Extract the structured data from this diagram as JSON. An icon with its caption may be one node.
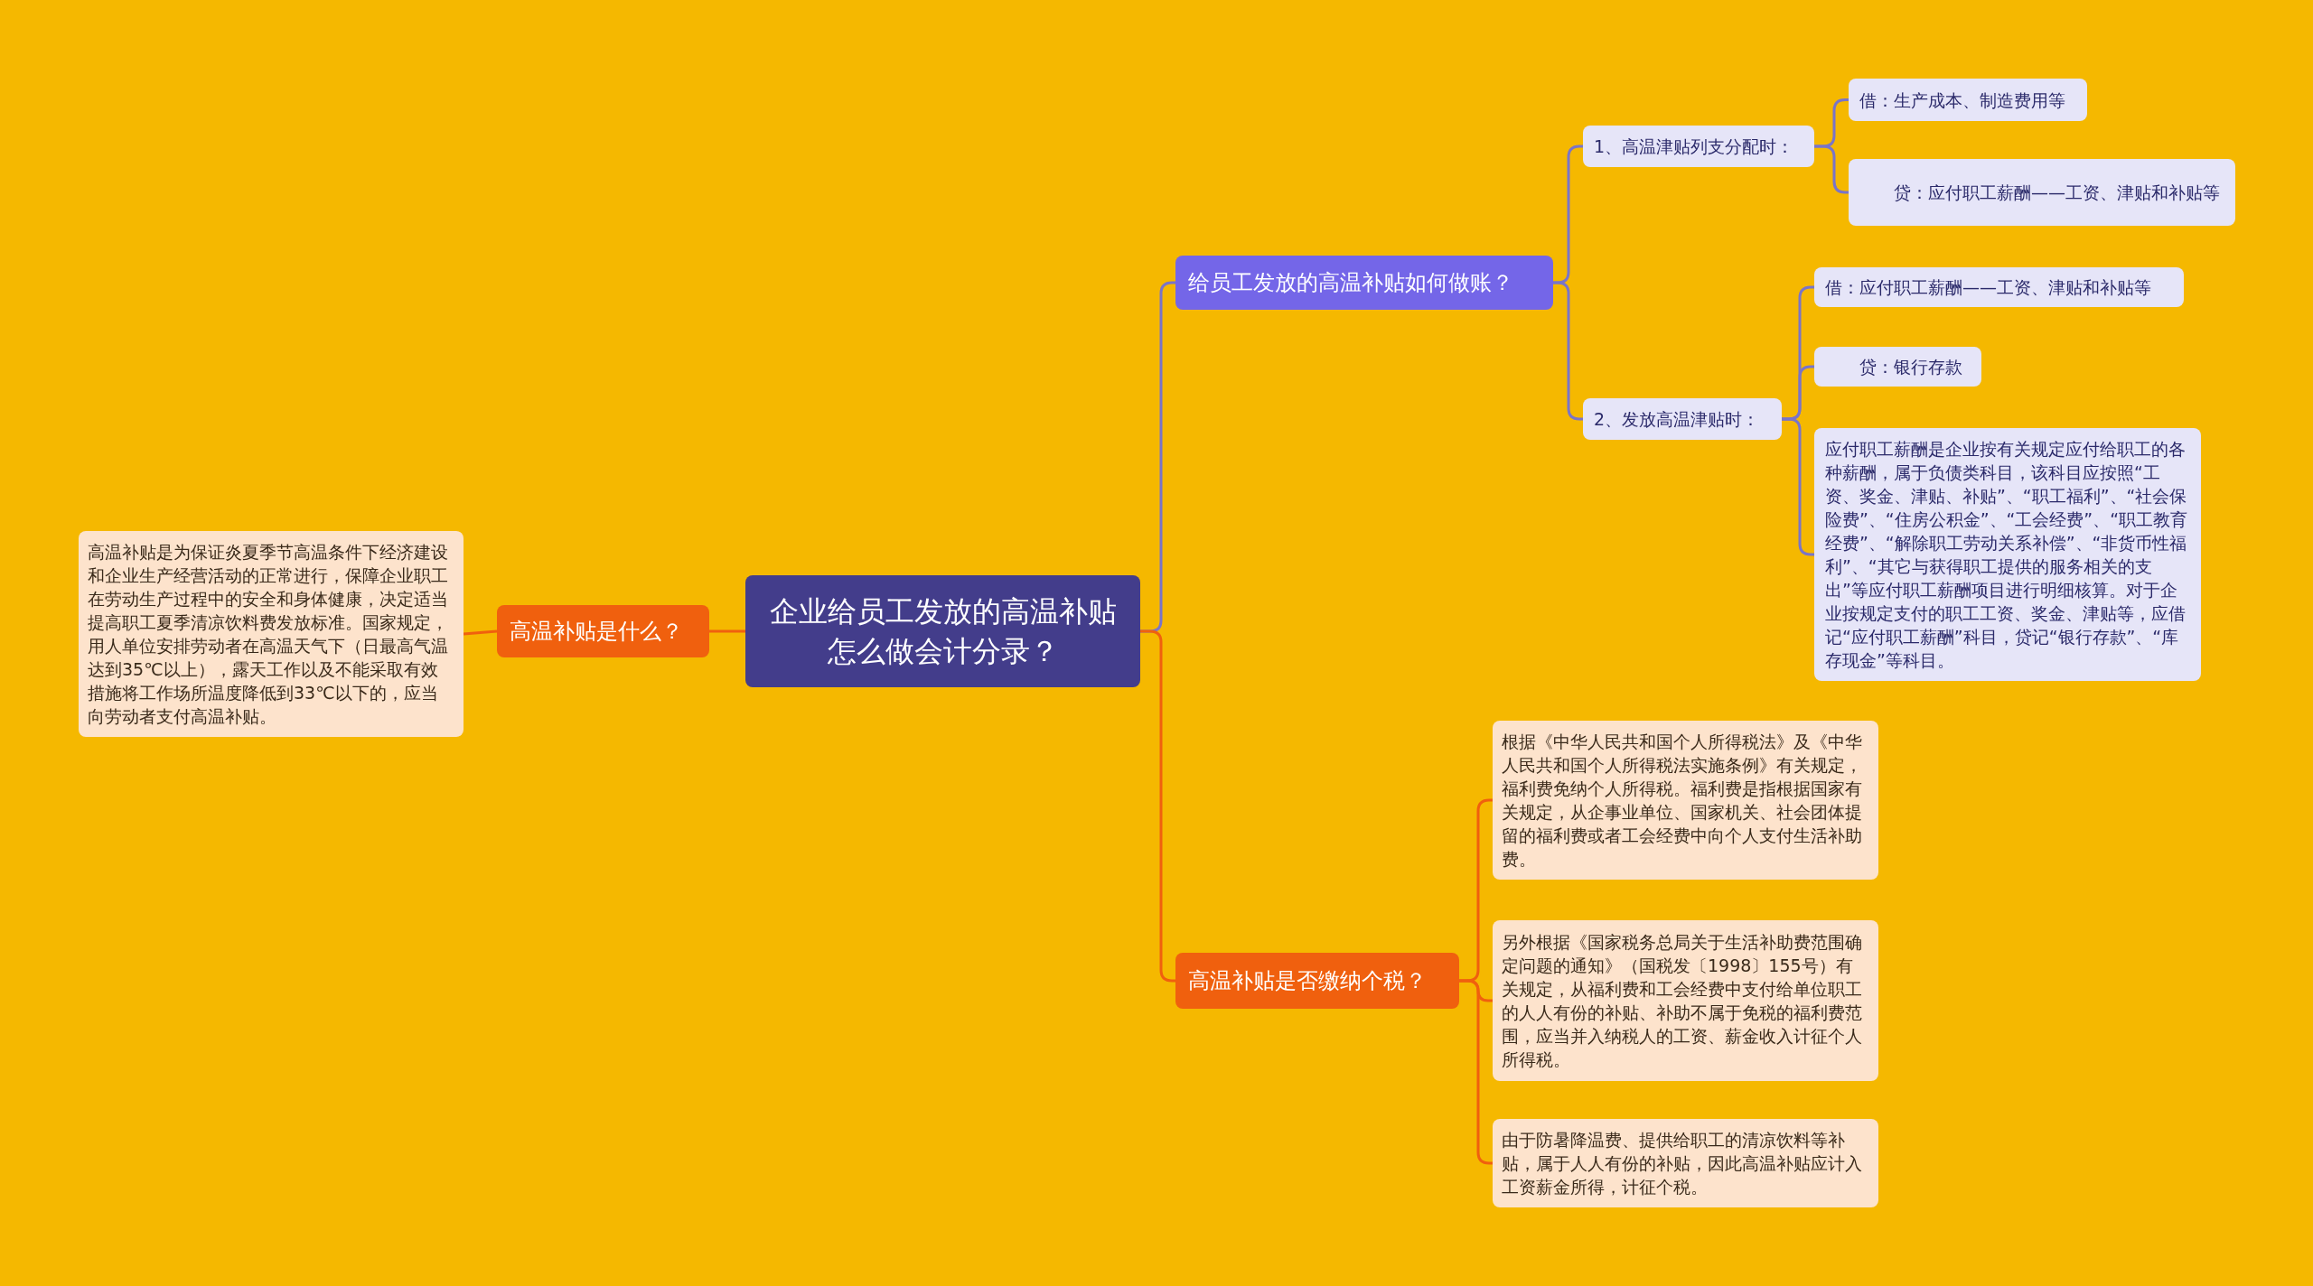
{
  "diagram": {
    "nodes": [
      {
        "text": [
          "企业给员工发放的高温补贴怎么做会计分录？"
        ]
      },
      {
        "text": [
          "高温补贴是什么？"
        ]
      },
      {
        "text": [
          "高温补贴是为保证炎夏季节高温条件下经济建设和企业生产经营活动的正常进行，保障企业职工在劳动生产过程中的安全和身体健康，决定适当提高职工夏季清凉饮料费发放标准。国家规定，用人单位安排劳动者在高温天气下（日最高气温达到35℃以上），露天工作以及不能采取有效措施将工作场所温度降低到33℃以下的，应当向劳动者支付高温补贴。"
        ]
      },
      {
        "text": [
          "给员工发放的高温补贴如何做账？"
        ]
      },
      {
        "text": [
          "1、高温津贴列支分配时："
        ]
      },
      {
        "text": [
          "借：生产成本、制造费用等"
        ]
      },
      {
        "text": [
          "贷：应付职工薪酬——工资、津贴和补贴等"
        ]
      },
      {
        "text": [
          "2、发放高温津贴时："
        ]
      },
      {
        "text": [
          "借：应付职工薪酬——工资、津贴和补贴等"
        ]
      },
      {
        "text": [
          "贷：银行存款"
        ]
      },
      {
        "text": [
          "应付职工薪酬是企业按有关规定应付给职工的各种薪酬，属于负债类科目，该科目应按照“工资、奖金、津贴、补贴”、“职工福利”、“社会保险费”、“住房公积金”、“工会经费”、“职工教育经费”、“解除职工劳动关系补偿”、“非货币性福利”、“其它与获得职工提供的服务相关的支出”等应付职工薪酬项目进行明细核算。对于企业按规定支付的职工工资、奖金、津贴等，应借记“应付职工薪酬”科目，贷记“银行存款”、“库存现金”等科目。"
        ]
      },
      {
        "text": [
          "高温补贴是否缴纳个税？"
        ]
      },
      {
        "text": [
          "根据《中华人民共和国个人所得税法》及《中华人民共和国个人所得税法实施条例》有关规定，福利费免纳个人所得税。福利费是指根据国家有关规定，从企事业单位、国家机关、社会团体提留的福利费或者工会经费中向个人支付生活补助费。"
        ]
      },
      {
        "text": [
          "另外根据《国家税务总局关于生活补助费范围确定问题的通知》（国税发〔1998〕155号）有关规定，从福利费和工会经费中支付给单位职工的人人有份的补贴、补助不属于免税的福利费范围，应当并入纳税人的工资、薪金收入计征个人所得税。"
        ]
      },
      {
        "text": [
          "由于防暑降温费、提供给职工的清凉饮料等补贴，属于人人有份的补贴，因此高温补贴应计入工资薪金所得，计征个税。"
        ]
      }
    ],
    "edges": [
      {
        "from": 0,
        "to": 1,
        "arrow": "none",
        "color": "#f0600e"
      },
      {
        "from": 1,
        "to": 2,
        "arrow": "none",
        "color": "#f0600e"
      },
      {
        "from": 0,
        "to": 3,
        "arrow": "none"
      },
      {
        "from": 3,
        "to": 4,
        "arrow": "none"
      },
      {
        "from": 4,
        "to": 5,
        "arrow": "none"
      },
      {
        "from": 4,
        "to": 6,
        "arrow": "none"
      },
      {
        "from": 3,
        "to": 7,
        "arrow": "none"
      },
      {
        "from": 7,
        "to": 8,
        "arrow": "none"
      },
      {
        "from": 7,
        "to": 9,
        "arrow": "none"
      },
      {
        "from": 7,
        "to": 10,
        "arrow": "none"
      },
      {
        "from": 0,
        "to": 11,
        "arrow": "none",
        "color": "#f0600e"
      },
      {
        "from": 11,
        "to": 12,
        "arrow": "none",
        "color": "#f0600e"
      },
      {
        "from": 11,
        "to": 13,
        "arrow": "none",
        "color": "#f0600e"
      },
      {
        "from": 11,
        "to": 14,
        "arrow": "none",
        "color": "#f0600e"
      }
    ]
  }
}
